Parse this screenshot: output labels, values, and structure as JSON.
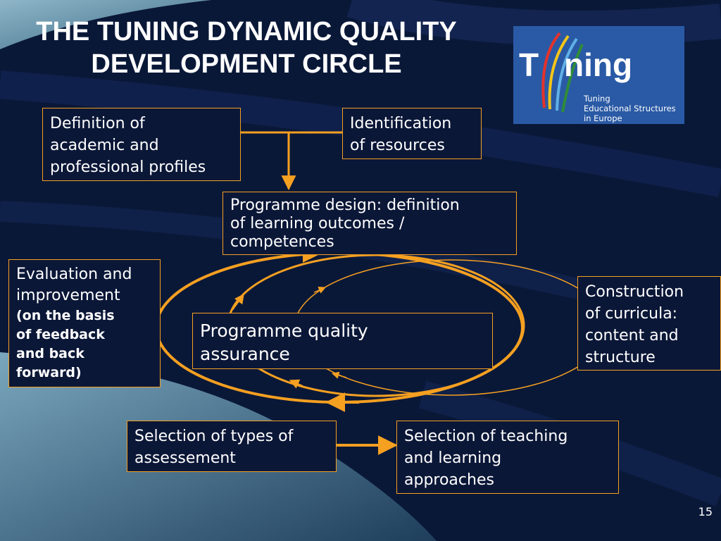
{
  "title": "THE TUNING DYNAMIC QUALITY DEVELOPMENT CIRCLE",
  "logo": {
    "letter_t": "T",
    "rest": "ning",
    "subtitle_lines": [
      "Tuning",
      "Educational Structures",
      "in Europe"
    ],
    "colors": [
      "#e4322b",
      "#f5c518",
      "#5fb0e6",
      "#2f8b3a"
    ]
  },
  "boxes": {
    "definition": {
      "lines": [
        "Definition of",
        "academic and",
        "professional profiles"
      ]
    },
    "resources": {
      "lines": [
        "Identification",
        "of resources"
      ]
    },
    "programme_design": {
      "lines": [
        "Programme design: definition",
        "of learning outcomes /",
        "competences"
      ]
    },
    "evaluation": {
      "lines": [
        "Evaluation and",
        "improvement"
      ],
      "bold_lines": [
        "(on the basis",
        "of feedback",
        "and back",
        "forward)"
      ]
    },
    "construction": {
      "lines": [
        "Construction",
        "of curricula:",
        "content and",
        "structure"
      ]
    },
    "quality": {
      "lines": [
        "Programme quality",
        "assurance"
      ]
    },
    "assessment": {
      "lines": [
        "Selection of types of",
        "assessement"
      ]
    },
    "teaching": {
      "lines": [
        "Selection of teaching",
        "and learning",
        "approaches"
      ]
    }
  },
  "colors": {
    "accent": "#f5a021",
    "background": "#0a1838"
  },
  "page_number": "15"
}
